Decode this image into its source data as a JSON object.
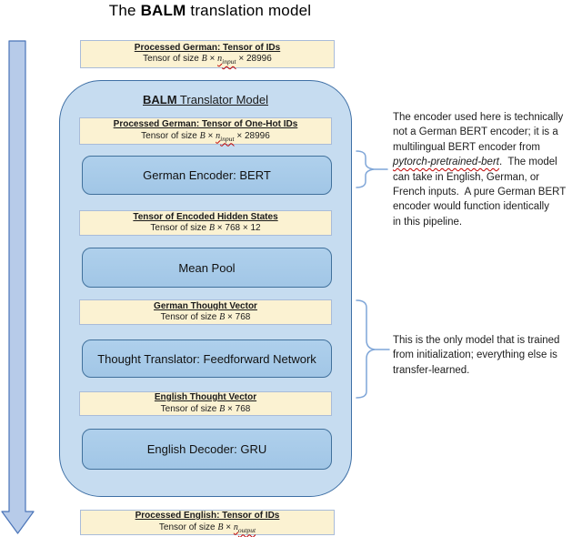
{
  "title": {
    "pre": "The ",
    "bold": "BALM",
    "post": " translation model"
  },
  "container": {
    "header_bold": "BALM",
    "header_rest": " Translator Model"
  },
  "yellow_boxes": {
    "top": {
      "title": "Processed German: Tensor of IDs",
      "size": [
        {
          "t": "Tensor of size "
        },
        {
          "t": "B",
          "s": "i"
        },
        {
          "t": " × "
        },
        {
          "t": "n",
          "s": "i",
          "w": true
        },
        {
          "t": "input",
          "s": "sub",
          "w": true
        },
        {
          "t": " × 28996"
        }
      ]
    },
    "one_hot": {
      "title": "Processed German: Tensor of One-Hot IDs",
      "size": [
        {
          "t": "Tensor of size "
        },
        {
          "t": "B",
          "s": "i"
        },
        {
          "t": " × "
        },
        {
          "t": "n",
          "s": "i",
          "w": true
        },
        {
          "t": "input",
          "s": "sub",
          "w": true
        },
        {
          "t": " × 28996"
        }
      ]
    },
    "hidden": {
      "title": "Tensor of Encoded Hidden States",
      "size": [
        {
          "t": "Tensor of size "
        },
        {
          "t": "B",
          "s": "i"
        },
        {
          "t": " × 768 × 12"
        }
      ]
    },
    "german_tv": {
      "title": "German Thought Vector",
      "size": [
        {
          "t": "Tensor of size "
        },
        {
          "t": "B",
          "s": "i"
        },
        {
          "t": " × 768"
        }
      ]
    },
    "english_tv": {
      "title": "English Thought Vector",
      "size": [
        {
          "t": "Tensor of size "
        },
        {
          "t": "B",
          "s": "i"
        },
        {
          "t": " × 768"
        }
      ]
    },
    "bottom": {
      "title": "Processed English: Tensor of IDs",
      "size": [
        {
          "t": "Tensor of size "
        },
        {
          "t": "B",
          "s": "i"
        },
        {
          "t": " × "
        },
        {
          "t": "n",
          "s": "i",
          "w": true
        },
        {
          "t": "output",
          "s": "sub",
          "w": true
        }
      ]
    }
  },
  "blue_boxes": {
    "encoder": "German Encoder: BERT",
    "mean_pool": "Mean Pool",
    "translator": "Thought Translator: Feedforward Network",
    "decoder": "English Decoder: GRU"
  },
  "notes": {
    "encoder_note": {
      "lines_before": [
        "The encoder used here is technically",
        "not a German BERT encoder; it is a",
        "multilingual BERT encoder from"
      ],
      "italic": "pytorch-pretrained-bert",
      "after_italic": ".  The model",
      "lines_after": [
        "can take in English, German, or",
        "French inputs.  A pure German BERT",
        "encoder would function identically",
        "in this pipeline."
      ]
    },
    "training_note": {
      "lines": [
        "This is the only model that is trained",
        "from initialization; everything else is",
        "transfer-learned."
      ]
    }
  },
  "colors": {
    "container_fill": "#C6DCF0",
    "container_border": "#3E6FA5",
    "blue_box_fill": "#A8CCEA",
    "blue_box_border": "#41719C",
    "yellow_fill": "#FBF2D2",
    "yellow_border": "#A9BCD9",
    "arrow_fill": "#B7CBE9",
    "arrow_stroke": "#4A74B8",
    "brace_color": "#7FA6D8",
    "spellcheck_underline": "#C00000"
  }
}
